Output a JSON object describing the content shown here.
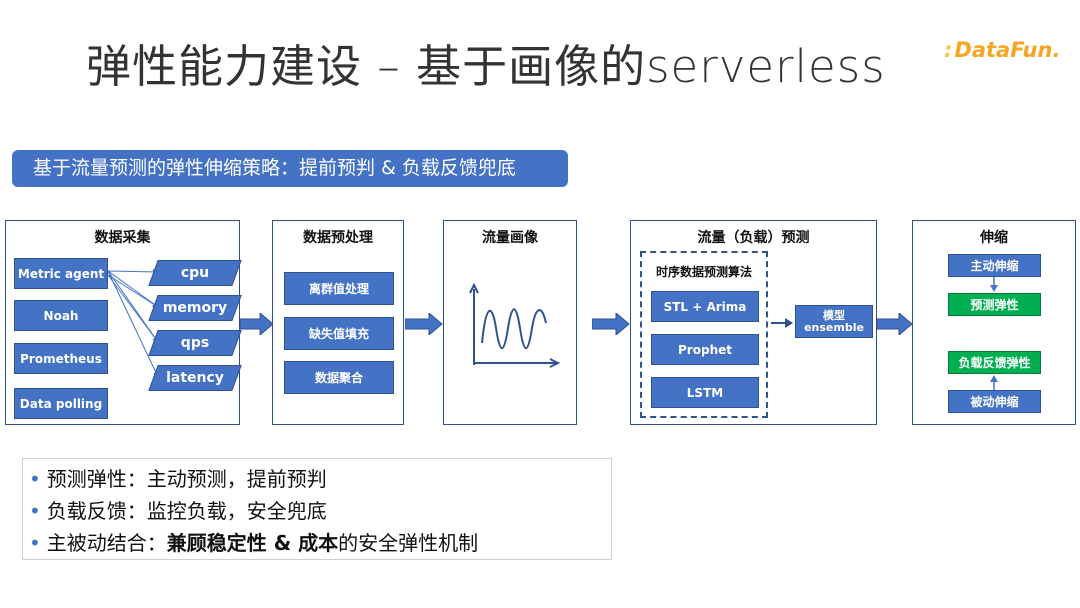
{
  "title": "弹性能力建设 – 基于画像的serverless",
  "logo": {
    "dots": ":",
    "text": "DataFun."
  },
  "banner": "基于流量预测的弹性伸缩策略：提前预判 & 负载反馈兜底",
  "stages": {
    "collect": {
      "title": "数据采集",
      "sources": [
        "Metric agent",
        "Noah",
        "Prometheus",
        "Data polling"
      ],
      "metrics": [
        "cpu",
        "memory",
        "qps",
        "latency"
      ]
    },
    "preprocess": {
      "title": "数据预处理",
      "steps": [
        "离群值处理",
        "缺失值填充",
        "数据聚合"
      ]
    },
    "profile": {
      "title": "流量画像"
    },
    "predict": {
      "title": "流量（负载）预测",
      "algo_group": "时序数据预测算法",
      "algos": [
        "STL + Arima",
        "Prophet",
        "LSTM"
      ],
      "ensemble": "模型 ensemble"
    },
    "scale": {
      "title": "伸缩",
      "active": "主动伸缩",
      "predict_elastic": "预测弹性",
      "feedback_elastic": "负载反馈弹性",
      "passive": "被动伸缩"
    }
  },
  "bullets": [
    {
      "text": "预测弹性：主动预测，提前预判"
    },
    {
      "text": "负载反馈：监控负载，安全兜底"
    },
    {
      "prefix": "主被动结合：",
      "bold": "兼顾稳定性 & 成本",
      "suffix": "的安全弹性机制"
    }
  ],
  "colors": {
    "accent": "#4472c4",
    "green": "#00b050",
    "logo": "#f5a623"
  }
}
